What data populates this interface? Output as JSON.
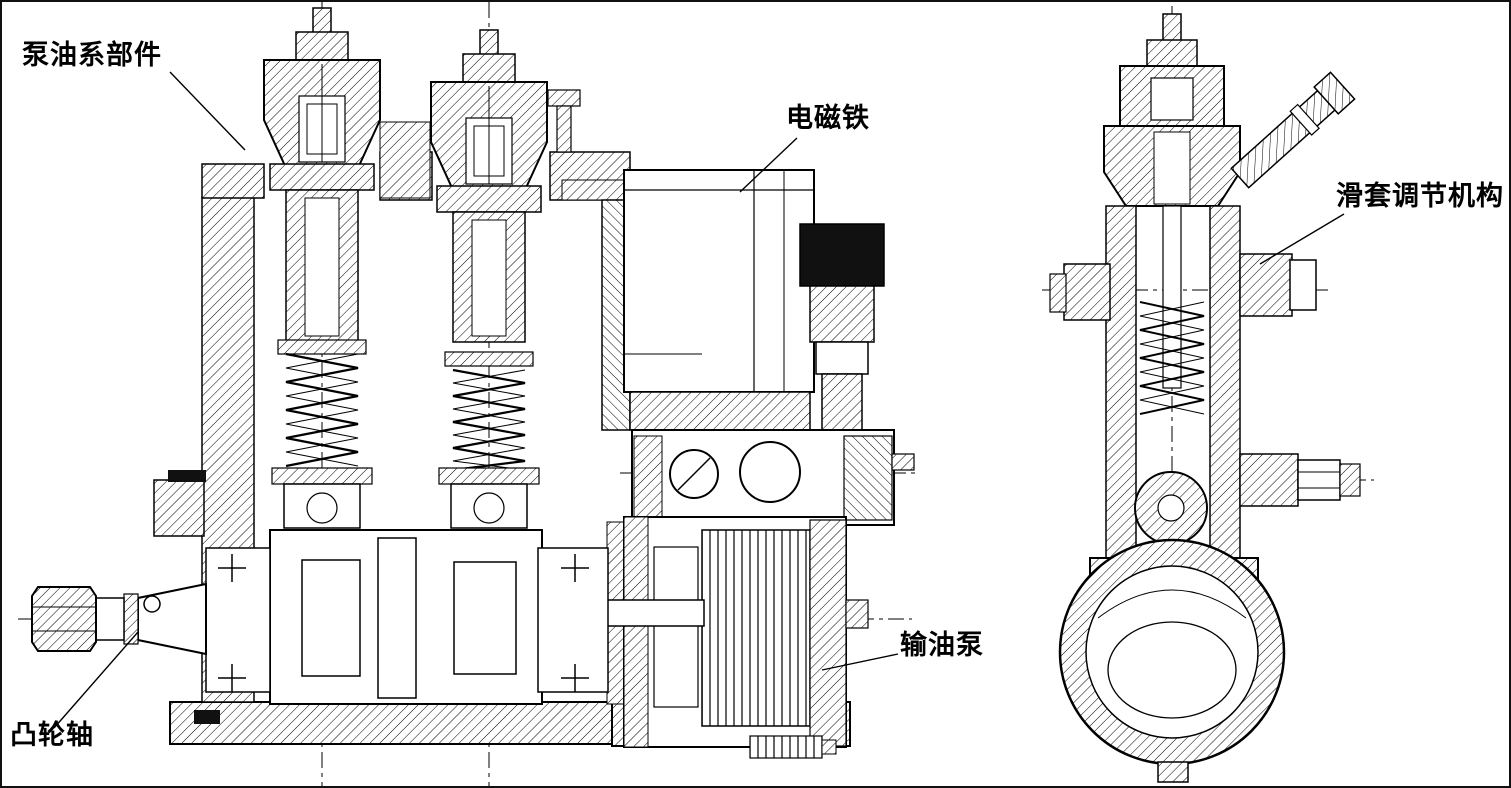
{
  "figure": {
    "colors": {
      "ink": "#000000",
      "paper": "#ffffff",
      "connector_black": "#111111"
    },
    "labels": {
      "pump_elements": "泵油系部件",
      "solenoid": "电磁铁",
      "sleeve_adjuster": "滑套调节机构",
      "transfer_pump": "输油泵",
      "camshaft": "凸轮轴"
    }
  }
}
